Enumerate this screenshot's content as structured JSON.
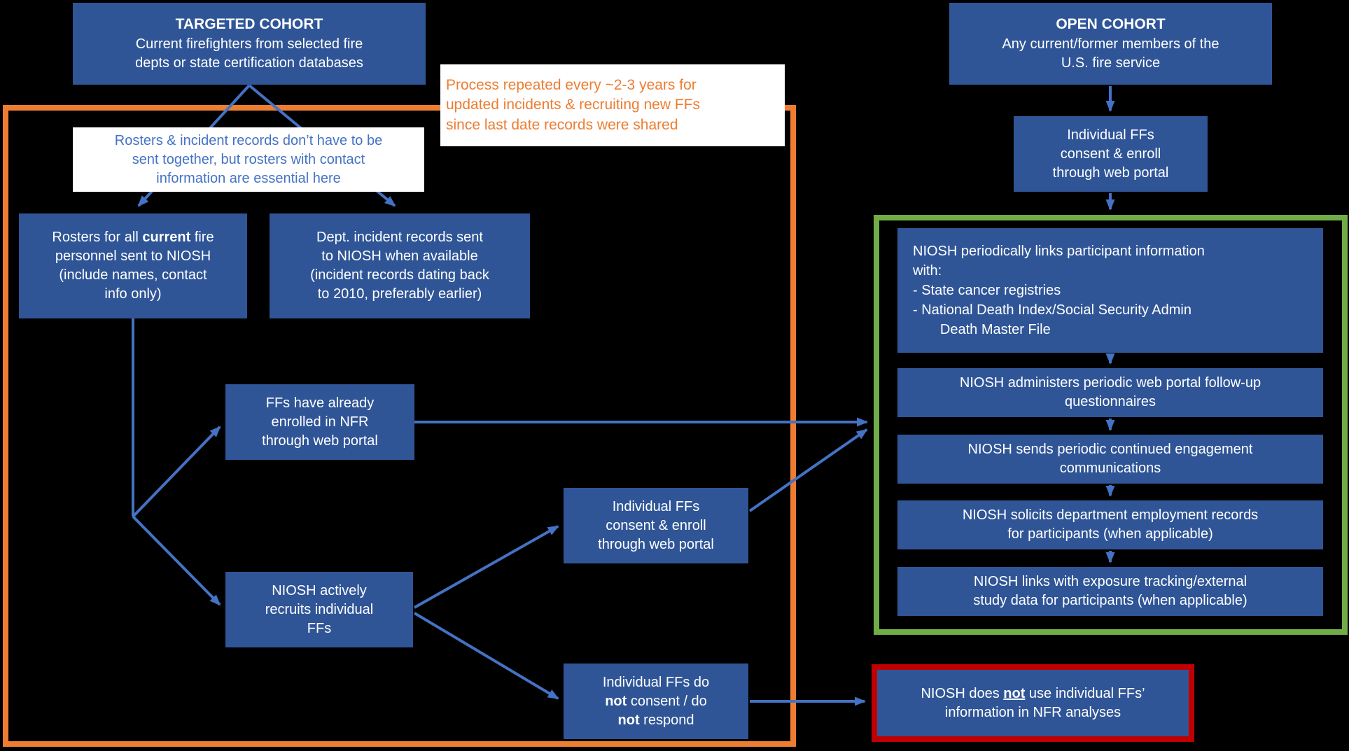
{
  "colors": {
    "background": "#000000",
    "box_fill_blue": "#2F5597",
    "arrow_blue": "#4472C4",
    "targeted_region_orange": "#ED7D31",
    "open_region_green": "#70AD47",
    "no_use_border_red": "#C00000",
    "process_note_text": "#ED7D31",
    "roster_note_text": "#4472C4"
  },
  "targeted_cohort": {
    "title": "TARGETED COHORT",
    "body": "Current firefighters from selected fire\ndepts or state certification databases"
  },
  "open_cohort": {
    "title": "OPEN COHORT",
    "body": "Any current/former members of the\nU.S. fire service"
  },
  "process_note": "Process repeated every ~2-3 years for\nupdated incidents & recruiting new FFs\nsince last date records were shared",
  "roster_note": "Rosters & incident records don’t have to be\nsent together, but rosters with contact\ninformation are essential here",
  "boxes": {
    "rosters": {
      "pre": "Rosters for all ",
      "bold": "current",
      "post": " fire\npersonnel sent to NIOSH\n(include names, contact\ninfo only)"
    },
    "incident_records": "Dept. incident records sent\nto NIOSH when available\n(incident records dating back\nto 2010, preferably earlier)",
    "already_enrolled": "FFs have already\nenrolled in NFR\nthrough web portal",
    "recruits": "NIOSH actively\nrecruits individual\nFFs",
    "consent_enroll": "Individual FFs\nconsent & enroll\nthrough web portal",
    "no_consent": {
      "s1": "Individual FFs do\n",
      "b1": "not",
      "s2": " consent / do\n",
      "b2": "not",
      "s3": " respond"
    },
    "open_consent_enroll": "Individual FFs\nconsent & enroll\nthrough web portal"
  },
  "green_steps": [
    "NIOSH periodically links participant information\nwith:\n- State cancer registries\n- National Death Index/Social Security Admin\n       Death Master File",
    "NIOSH administers periodic web portal follow-up\nquestionnaires",
    "NIOSH sends periodic continued engagement\ncommunications",
    "NIOSH solicits department employment records\nfor participants (when applicable)",
    "NIOSH links with exposure tracking/external\nstudy data for participants (when applicable)"
  ],
  "red_box": {
    "pre": "NIOSH does ",
    "bold": "not",
    "post": " use individual FFs’\ninformation in NFR analyses"
  }
}
